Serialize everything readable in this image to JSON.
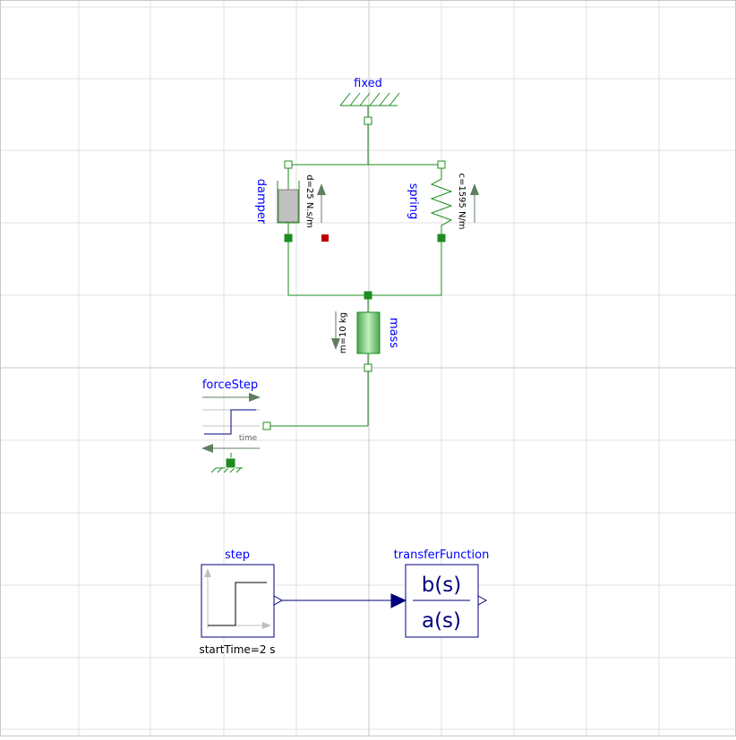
{
  "diagram": {
    "components": {
      "fixed": {
        "label": "fixed"
      },
      "damper": {
        "label": "damper",
        "param": "d=25 N.s/m"
      },
      "spring": {
        "label": "spring",
        "param": "c=1595 N/m"
      },
      "mass": {
        "label": "mass",
        "param": "m=10 kg"
      },
      "forceStep": {
        "label": "forceStep",
        "sublabel": "time"
      },
      "step": {
        "label": "step",
        "param": "startTime=2 s"
      },
      "transferFunction": {
        "label": "transferFunction",
        "numerator": "b(s)",
        "denominator": "a(s)"
      }
    },
    "colors": {
      "mechanical": "#1e8c1e",
      "signal": "#00007f",
      "label": "#0000ff",
      "grid": "#e0e0e0",
      "grid_axis": "#c8c8c8",
      "error_marker": "#c00000"
    },
    "icons": {
      "ground": "hatched-ground-icon",
      "spring": "zigzag-spring-icon",
      "damper": "damper-cylinder-icon",
      "step_signal": "step-signal-icon"
    }
  }
}
